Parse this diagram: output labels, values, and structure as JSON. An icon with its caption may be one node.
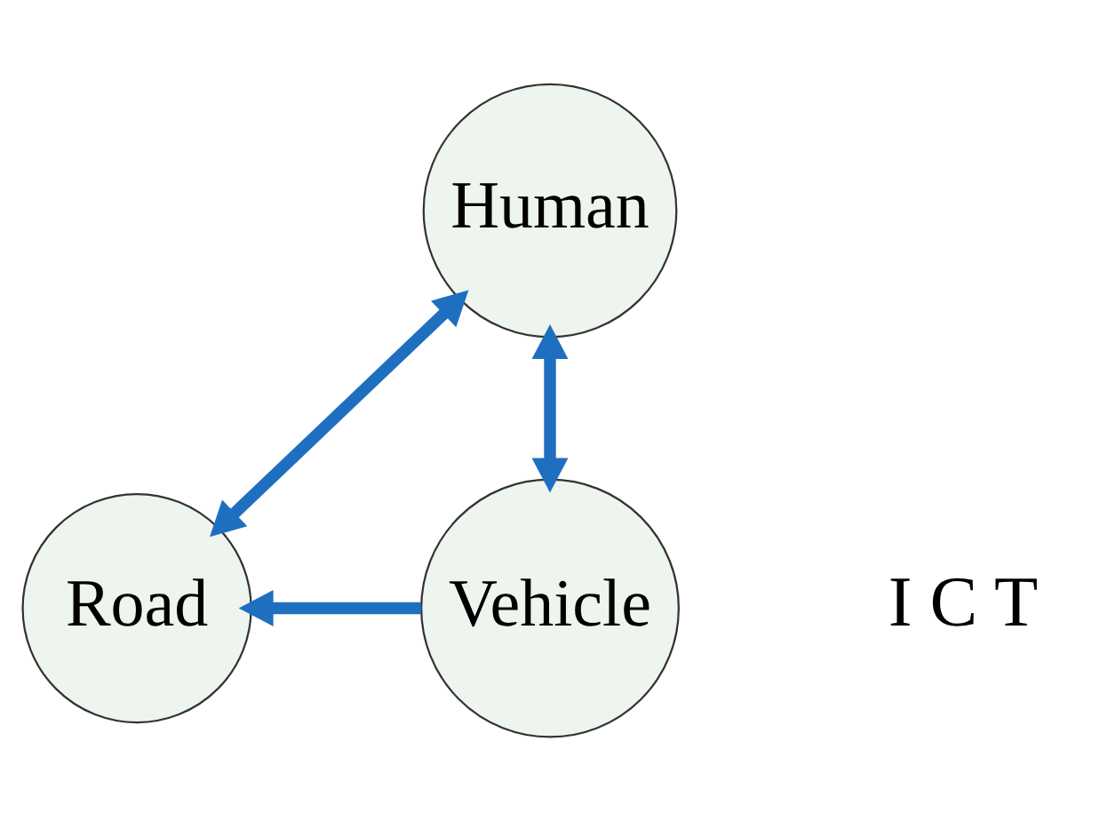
{
  "diagram": {
    "nodes": [
      {
        "text": [
          "Human"
        ]
      },
      {
        "text": [
          "Road"
        ]
      },
      {
        "text": [
          "Vehicle"
        ]
      }
    ],
    "edges": [
      {
        "from": 0,
        "to": 1,
        "arrow": "both"
      },
      {
        "from": 0,
        "to": 2,
        "arrow": "both"
      },
      {
        "from": 2,
        "to": 1,
        "arrow": "to"
      }
    ],
    "labels": [
      "I C T"
    ]
  }
}
